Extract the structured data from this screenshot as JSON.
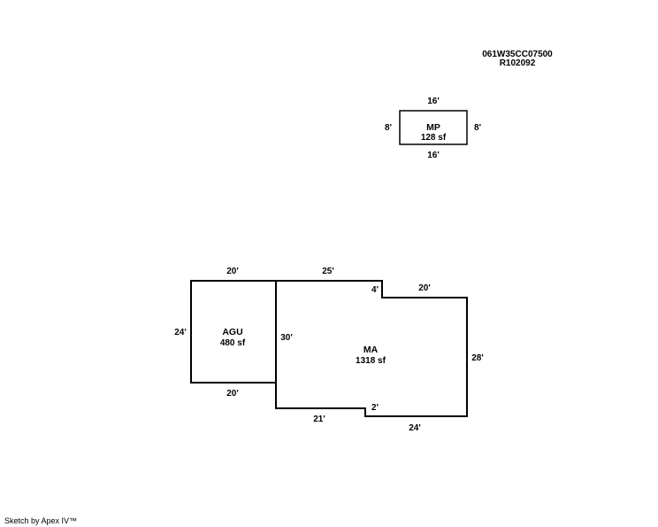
{
  "header": {
    "parcel_id": "061W35CC07500",
    "record_id": "R102092"
  },
  "areas": {
    "mp": {
      "name": "MP",
      "area": "128 sf"
    },
    "agu": {
      "name": "AGU",
      "area": "480 sf"
    },
    "ma": {
      "name": "MA",
      "area": "1318 sf"
    }
  },
  "dimensions": {
    "mp_top": "16'",
    "mp_bottom": "16'",
    "mp_left": "8'",
    "mp_right": "8'",
    "agu_top": "20'",
    "agu_bottom": "20'",
    "agu_left": "24'",
    "ma_left": "30'",
    "ma_top": "25'",
    "ma_notch_top": "4'",
    "ma_top_right": "20'",
    "ma_right": "28'",
    "ma_bottom_right": "24'",
    "ma_notch_bottom": "2'",
    "ma_bottom_left": "21'"
  },
  "footer": {
    "credit": "Sketch by Apex IV™"
  },
  "colors": {
    "line": "#000000",
    "background": "#ffffff"
  }
}
